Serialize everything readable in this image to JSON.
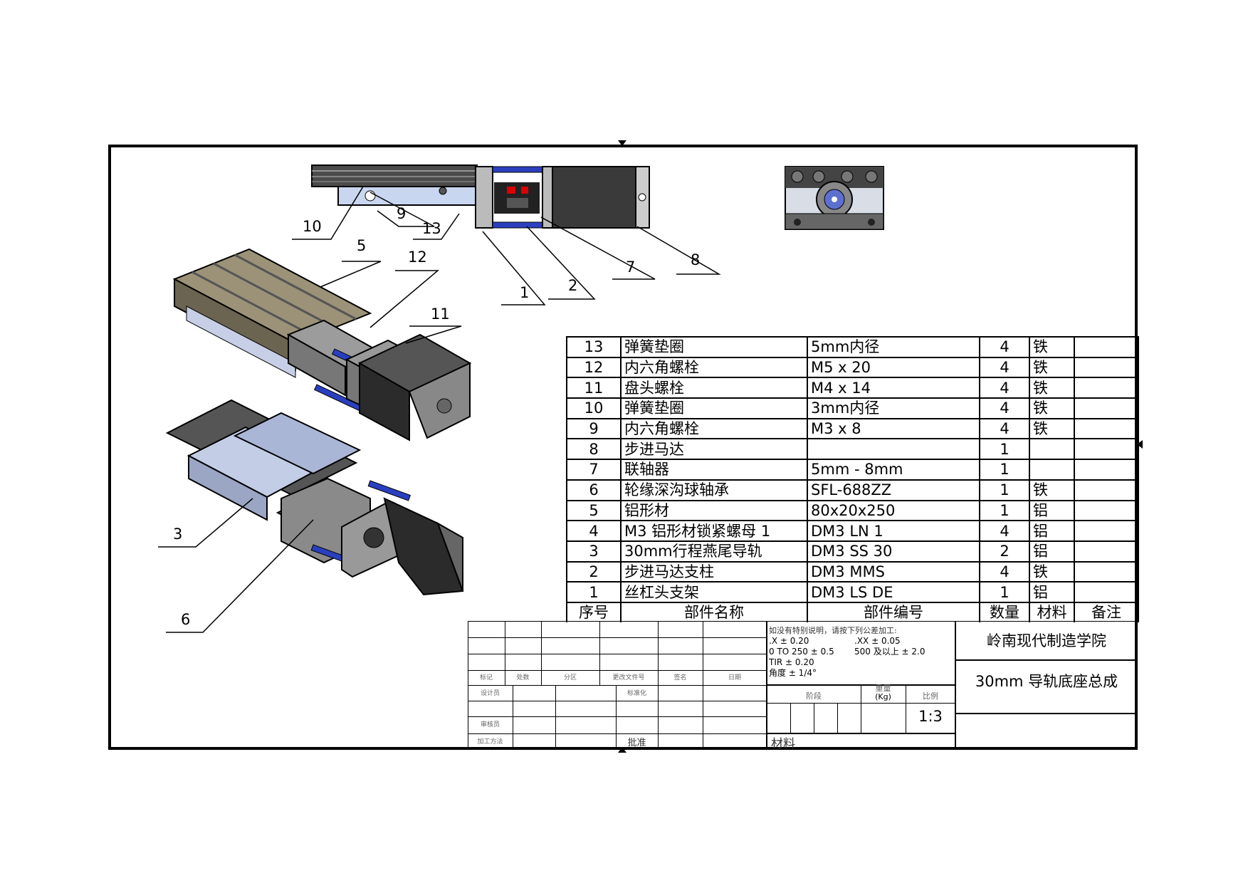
{
  "drawing": {
    "callouts": [
      "10",
      "9",
      "13",
      "1",
      "2",
      "7",
      "8",
      "5",
      "12",
      "11",
      "3",
      "6"
    ]
  },
  "bom": {
    "rows": [
      {
        "no": "13",
        "name": "弹簧垫圈",
        "part": "5mm内径",
        "qty": "4",
        "mat": "铁",
        "note": ""
      },
      {
        "no": "12",
        "name": "内六角螺栓",
        "part": "M5 x 20",
        "qty": "4",
        "mat": "铁",
        "note": ""
      },
      {
        "no": "11",
        "name": "盘头螺栓",
        "part": "M4 x 14",
        "qty": "4",
        "mat": "铁",
        "note": ""
      },
      {
        "no": "10",
        "name": "弹簧垫圈",
        "part": "3mm内径",
        "qty": "4",
        "mat": "铁",
        "note": ""
      },
      {
        "no": "9",
        "name": "内六角螺栓",
        "part": "M3 x 8",
        "qty": "4",
        "mat": "铁",
        "note": ""
      },
      {
        "no": "8",
        "name": "步进马达",
        "part": "",
        "qty": "1",
        "mat": "",
        "note": ""
      },
      {
        "no": "7",
        "name": "联轴器",
        "part": "5mm - 8mm",
        "qty": "1",
        "mat": "",
        "note": ""
      },
      {
        "no": "6",
        "name": "轮缘深沟球轴承",
        "part": "SFL-688ZZ",
        "qty": "1",
        "mat": "铁",
        "note": ""
      },
      {
        "no": "5",
        "name": "铝形材",
        "part": "80x20x250",
        "qty": "1",
        "mat": "铝",
        "note": ""
      },
      {
        "no": "4",
        "name": "M3 铝形材锁紧螺母 1",
        "part": "DM3 LN 1",
        "qty": "4",
        "mat": "铝",
        "note": ""
      },
      {
        "no": "3",
        "name": "30mm行程燕尾导轨",
        "part": "DM3 SS 30",
        "qty": "2",
        "mat": "铝",
        "note": ""
      },
      {
        "no": "2",
        "name": "步进马达支柱",
        "part": "DM3 MMS",
        "qty": "4",
        "mat": "铁",
        "note": ""
      },
      {
        "no": "1",
        "name": "丝杠头支架",
        "part": "DM3 LS DE",
        "qty": "1",
        "mat": "铝",
        "note": ""
      }
    ],
    "header": {
      "no": "序号",
      "name": "部件名称",
      "part": "部件编号",
      "qty": "数量",
      "mat": "材料",
      "note": "备注"
    }
  },
  "title_block": {
    "school": "岭南现代制造学院",
    "title": "30mm 导轨底座总成",
    "scale": "1:3",
    "material_label": "材料",
    "stage_label": "阶段",
    "weight_label": "重量",
    "weight_unit": "(Kg)",
    "scale_label": "比例",
    "labels": {
      "mark": "标记",
      "count": "处数",
      "zone": "分区",
      "doc": "更改文件号",
      "sign": "签名",
      "date": "日期",
      "design": "设计员",
      "std": "标准化",
      "review": "审核员",
      "process": "加工方法",
      "approve": "批准"
    },
    "tolerance": {
      "line1": "如没有特别说明，请按下列公差加工:",
      "line2a": ".X ± 0.20",
      "line2b": ".XX ± 0.05",
      "line3a": "0 TO 250 ± 0.5",
      "line3b": "500 及以上 ± 2.0",
      "line4": "TIR ± 0.20",
      "line5": "角度 ± 1/4°"
    }
  }
}
